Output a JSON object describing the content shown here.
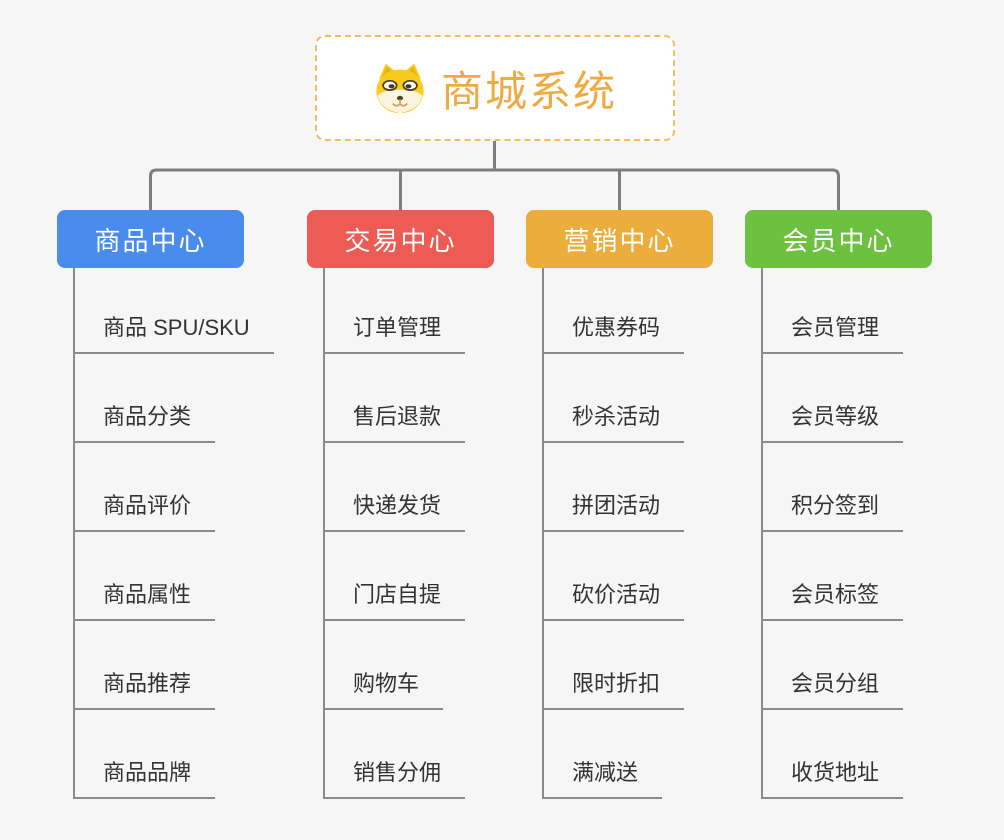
{
  "root": {
    "title": "商城系统",
    "icon": "shiba-dog-icon"
  },
  "branches": [
    {
      "label": "商品中心",
      "color": "#4a8cee",
      "children": [
        "商品 SPU/SKU",
        "商品分类",
        "商品评价",
        "商品属性",
        "商品推荐",
        "商品品牌"
      ]
    },
    {
      "label": "交易中心",
      "color": "#ec5b54",
      "children": [
        "订单管理",
        "售后退款",
        "快递发货",
        "门店自提",
        "购物车",
        "销售分佣"
      ]
    },
    {
      "label": "营销中心",
      "color": "#edad3d",
      "children": [
        "优惠券码",
        "秒杀活动",
        "拼团活动",
        "砍价活动",
        "限时折扣",
        "满减送"
      ]
    },
    {
      "label": "会员中心",
      "color": "#6ec041",
      "children": [
        "会员管理",
        "会员等级",
        "积分签到",
        "会员标签",
        "会员分组",
        "收货地址"
      ]
    }
  ],
  "colors": {
    "background": "#f6f6f6",
    "connector_gray": "#7e7e7e",
    "leaf_line_gray": "#8a8a8a",
    "leaf_text": "#333333",
    "root_border_orange": "#f5bd62",
    "root_title_orange": "#f0aa43",
    "node_text": "#ffffff"
  }
}
